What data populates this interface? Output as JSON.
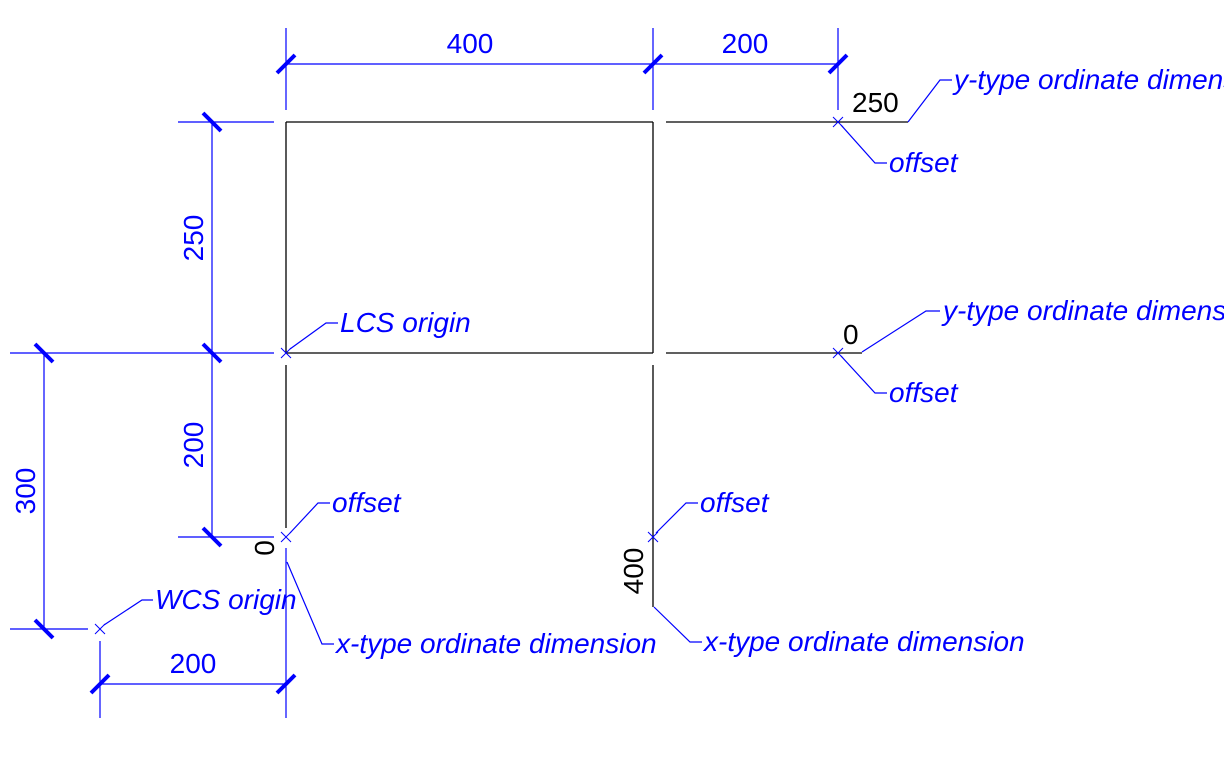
{
  "dimensions": {
    "top_width": "400",
    "top_right": "200",
    "left_upper": "250",
    "left_lower": "200",
    "far_left": "300",
    "bottom": "200"
  },
  "ordinates": {
    "top_right_y": "250",
    "mid_right_y": "0",
    "left_x": "0",
    "center_x": "400"
  },
  "annotations": {
    "y_type_top": "y-type ordinate dimension",
    "offset_top": "offset",
    "lcs_origin": "LCS origin",
    "y_type_mid": "y-type ordinate dimension",
    "offset_mid": "offset",
    "offset_left": "offset",
    "offset_center": "offset",
    "wcs_origin": "WCS origin",
    "x_type_left": "x-type ordinate dimension",
    "x_type_center": "x-type ordinate dimension"
  },
  "colors": {
    "geometry": "#000000",
    "dimension": "#0000ff"
  }
}
